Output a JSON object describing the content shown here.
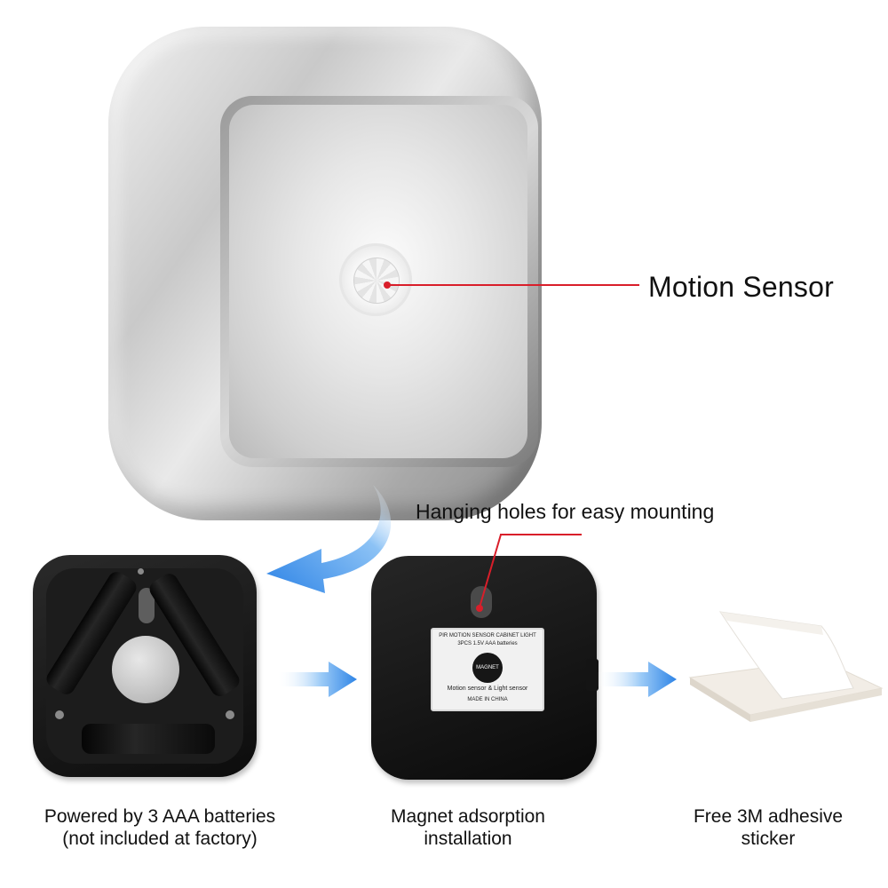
{
  "callouts": {
    "motion_sensor": "Motion Sensor",
    "hanging_holes": "Hanging holes for easy mounting"
  },
  "back_label": {
    "line1": "PIR MOTION SENSOR CABINET LIGHT",
    "line2": "3PCS 1.5V AAA batteries",
    "badge": "MAGNET",
    "line3": "Motion sensor & Light sensor",
    "line4": "MADE IN CHINA"
  },
  "captions": {
    "batteries_line1": "Powered by 3 AAA batteries",
    "batteries_line2": "(not included at factory)",
    "magnet_line1": "Magnet adsorption",
    "magnet_line2": "installation",
    "sticker_line1": "Free 3M adhesive",
    "sticker_line2": "sticker"
  },
  "colors": {
    "callout": "#d91e2a",
    "arrow": "#3a8dea",
    "text": "#111111"
  },
  "icons": {
    "curved_arrow": "curved-arrow-icon",
    "straight_arrow": "arrow-right-icon"
  }
}
